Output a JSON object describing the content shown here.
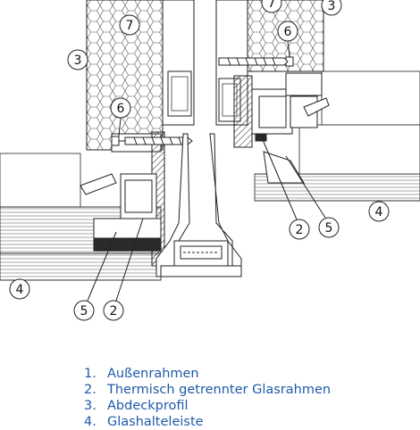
{
  "legend": [
    {
      "number": "1.",
      "label": "Außenrahmen"
    },
    {
      "number": "2.",
      "label": "Thermisch getrennter Glasrahmen"
    },
    {
      "number": "3.",
      "label": "Abdeckprofil"
    },
    {
      "number": "4.",
      "label": "Glashalteleiste"
    }
  ],
  "callouts": {
    "c3_left": "3",
    "c3_right": "3",
    "c7_left": "7",
    "c7_right": "7",
    "c6_left": "6",
    "c6_right": "6",
    "c4_left": "4",
    "c4_right": "4",
    "c2_left": "2",
    "c2_right": "2",
    "c5_left": "5",
    "c5_right": "5"
  },
  "colors": {
    "text_accent": "#1e5aa8",
    "line": "#1a1a1a",
    "insulation_fill": "#f2f2f2",
    "gasket_fill": "#2a2a2a"
  }
}
